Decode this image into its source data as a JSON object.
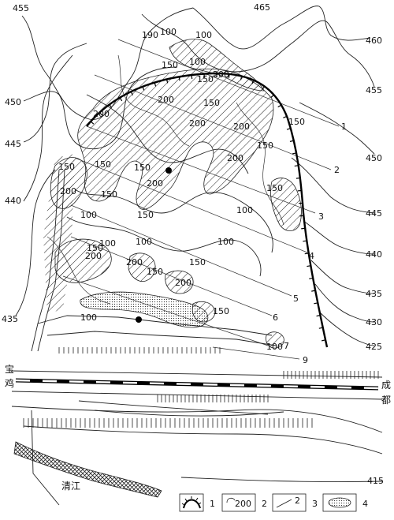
{
  "contour_labels": [
    "455",
    "465",
    "460",
    "455",
    "450",
    "450",
    "445",
    "440",
    "445",
    "440",
    "435",
    "435",
    "430",
    "425",
    "415"
  ],
  "hazard_values": [
    "190",
    "100",
    "100",
    "150",
    "100",
    "150",
    "200",
    "200",
    "150",
    "200",
    "200",
    "150",
    "200",
    "150",
    "200",
    "150",
    "150",
    "200",
    "150",
    "200",
    "150",
    "150",
    "100",
    "100",
    "100",
    "150",
    "200",
    "100",
    "100",
    "150",
    "200",
    "150",
    "200",
    "150",
    "100",
    "150",
    "100"
  ],
  "line_numbers": [
    "1",
    "2",
    "3",
    "4",
    "5",
    "6",
    "7",
    "9"
  ],
  "railway": {
    "west_city_chars": [
      "宝",
      "鸡"
    ],
    "east_city_chars": [
      "成",
      "都"
    ]
  },
  "river": "清江",
  "legend": [
    {
      "number": "1",
      "sample": ""
    },
    {
      "number": "2",
      "sample": "200"
    },
    {
      "number": "3",
      "sample": "2"
    },
    {
      "number": "4",
      "sample": ""
    }
  ]
}
